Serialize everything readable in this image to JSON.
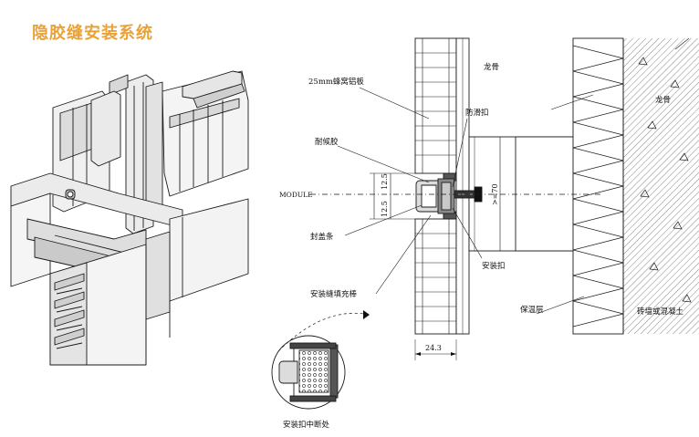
{
  "title": "隐胶缝安装系统",
  "colors": {
    "title": "#E8A23A",
    "line": "#1a1a1a",
    "fill_light": "#f2f2f2",
    "fill_mid": "#d6d6d6",
    "fill_dark": "#9a9a9a"
  },
  "labels": {
    "panel": "25mm蜂窝铝板",
    "weather_sealant": "耐候胶",
    "module": "MODULE",
    "sealing_strip": "封盖条",
    "filler_rod": "安装缝填充棒",
    "keel_top": "龙骨",
    "anti_slip_clip": "防滑扣",
    "install_clip": "安装扣",
    "insulation": "保温层",
    "keel_right": "龙骨",
    "wall": "砖墙或混凝土",
    "detail_caption": "安装扣中断处"
  },
  "dims": {
    "d1": "12.5",
    "d2": "12.5",
    "depth": ">=70",
    "width": "24.3"
  }
}
